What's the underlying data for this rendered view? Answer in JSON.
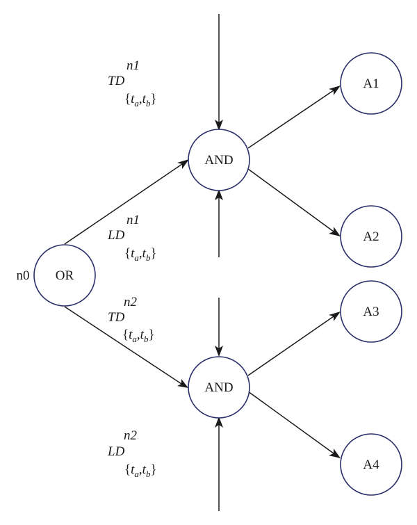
{
  "nodes": {
    "or": {
      "name": "n0",
      "label": "OR"
    },
    "and_top": {
      "label": "AND"
    },
    "and_bottom": {
      "label": "AND"
    },
    "a1": {
      "label": "A1"
    },
    "a2": {
      "label": "A2"
    },
    "a3": {
      "label": "A3"
    },
    "a4": {
      "label": "A4"
    }
  },
  "annotations": [
    {
      "id": "n1-td",
      "node": "n1",
      "type": "TD",
      "set_open": "{",
      "t": "t",
      "sub_a": "a",
      "comma": ",",
      "sub_b": "b",
      "set_close": "}"
    },
    {
      "id": "n1-ld",
      "node": "n1",
      "type": "LD",
      "set_open": "{",
      "t": "t",
      "sub_a": "a",
      "comma": ",",
      "sub_b": "b",
      "set_close": "}"
    },
    {
      "id": "n2-td",
      "node": "n2",
      "type": "TD",
      "set_open": "{",
      "t": "t",
      "sub_a": "a",
      "comma": ",",
      "sub_b": "b",
      "set_close": "}"
    },
    {
      "id": "n2-ld",
      "node": "n2",
      "type": "LD",
      "set_open": "{",
      "t": "t",
      "sub_a": "a",
      "comma": ",",
      "sub_b": "b",
      "set_close": "}"
    }
  ]
}
